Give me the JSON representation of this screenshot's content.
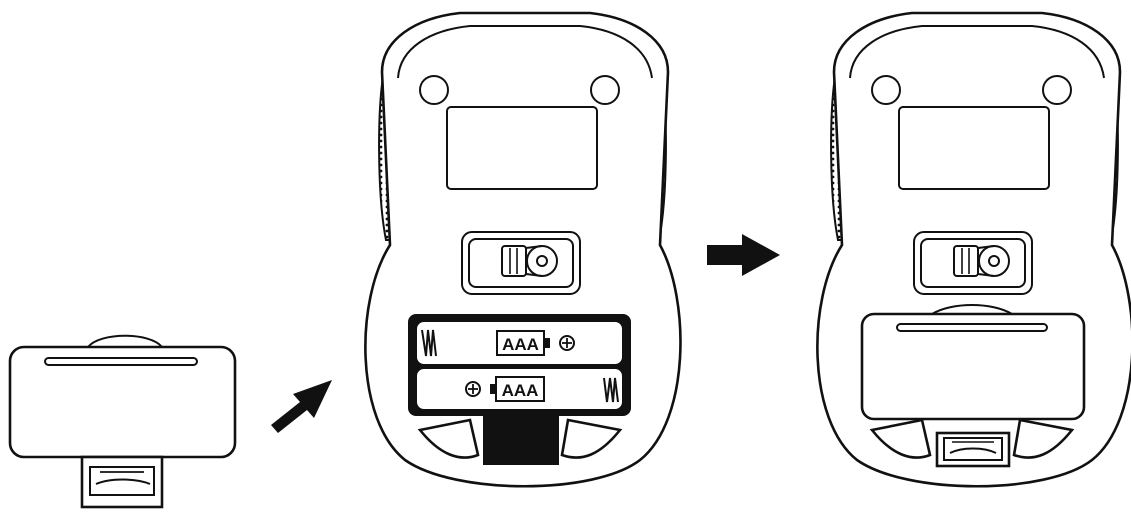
{
  "diagram": {
    "battery_labels": [
      "AAA",
      "AAA"
    ],
    "steps": [
      "receiver",
      "arrow",
      "mouse-open",
      "arrow",
      "mouse-closed"
    ],
    "colors": {
      "ink": "#111111",
      "paper": "#ffffff"
    },
    "icons": [
      "battery-cover-icon",
      "usb-receiver-icon",
      "arrow-icon",
      "mouse-bottom-icon",
      "power-switch-icon",
      "battery-icon",
      "plus-terminal-icon",
      "spring-terminal-icon"
    ]
  }
}
